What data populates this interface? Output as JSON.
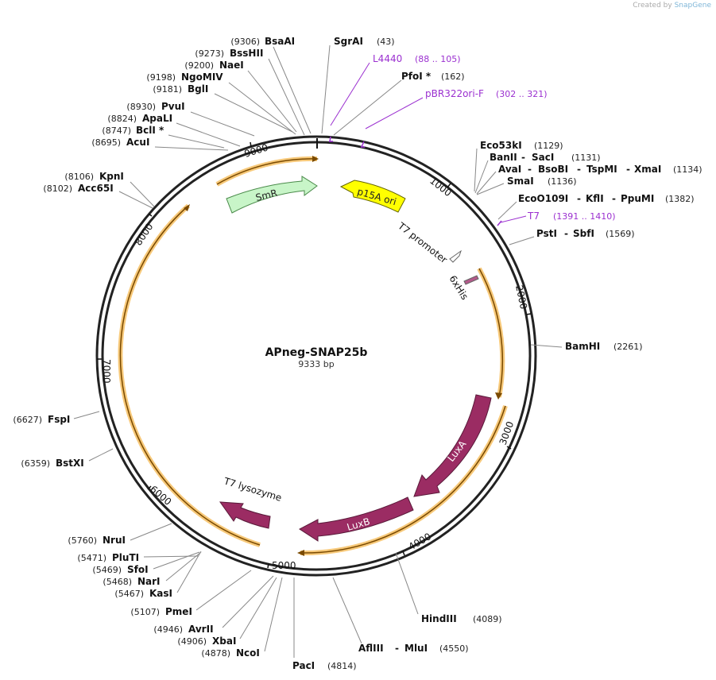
{
  "credit": {
    "created_by": "Created by",
    "brand": "SnapGene"
  },
  "plasmid": {
    "name": "APneg-SNAP25b",
    "length_label": "9333 bp",
    "length": 9333
  },
  "ticks": [
    "1000",
    "2000",
    "3000",
    "4000",
    "5000",
    "6000",
    "7000",
    "8000",
    "9000"
  ],
  "features": [
    {
      "name": "SmR",
      "label_inside": true,
      "color": "#c8f5c8"
    },
    {
      "name": "p15A ori",
      "label_inside": true,
      "color": "#ffff00"
    },
    {
      "name": "T7 promoter",
      "label_inside": false,
      "color": "#ffffff"
    },
    {
      "name": "6xHis",
      "label_inside": false,
      "color": "#b35a8a"
    },
    {
      "name": "LuxA",
      "label_inside": true,
      "color": "#9b2c63"
    },
    {
      "name": "LuxB",
      "label_inside": true,
      "color": "#9b2c63"
    },
    {
      "name": "T7 lysozyme",
      "label_inside": false,
      "color": "#9b2c63"
    }
  ],
  "primers": [
    {
      "name": "L4440",
      "range": "(88 .. 105)"
    },
    {
      "name": "pBR322ori-F",
      "range": "(302 .. 321)"
    },
    {
      "name": "T7",
      "range": "(1391 .. 1410)"
    }
  ],
  "sites": [
    {
      "names": [
        "BsaAI"
      ],
      "pos": "(9306)"
    },
    {
      "names": [
        "BssHII"
      ],
      "pos": "(9273)"
    },
    {
      "names": [
        "NaeI"
      ],
      "pos": "(9200)"
    },
    {
      "names": [
        "NgoMIV"
      ],
      "pos": "(9198)"
    },
    {
      "names": [
        "BglI"
      ],
      "pos": "(9181)"
    },
    {
      "names": [
        "PvuI"
      ],
      "pos": "(8930)"
    },
    {
      "names": [
        "ApaLI"
      ],
      "pos": "(8824)"
    },
    {
      "names": [
        "BclI *"
      ],
      "pos": "(8747)"
    },
    {
      "names": [
        "AcuI"
      ],
      "pos": "(8695)"
    },
    {
      "names": [
        "KpnI"
      ],
      "pos": "(8106)"
    },
    {
      "names": [
        "Acc65I"
      ],
      "pos": "(8102)"
    },
    {
      "names": [
        "SgrAI"
      ],
      "pos": "(43)"
    },
    {
      "names": [
        "PfoI *"
      ],
      "pos": "(162)"
    },
    {
      "names": [
        "Eco53kI"
      ],
      "pos": "(1129)"
    },
    {
      "names": [
        "BanII",
        "SacI"
      ],
      "pos": "(1131)"
    },
    {
      "names": [
        "AvaI",
        "BsoBI",
        "TspMI",
        "XmaI"
      ],
      "pos": "(1134)"
    },
    {
      "names": [
        "SmaI"
      ],
      "pos": "(1136)"
    },
    {
      "names": [
        "EcoO109I",
        "KflI",
        "PpuMI"
      ],
      "pos": "(1382)"
    },
    {
      "names": [
        "PstI",
        "SbfI"
      ],
      "pos": "(1569)"
    },
    {
      "names": [
        "BamHI"
      ],
      "pos": "(2261)"
    },
    {
      "names": [
        "HindIII"
      ],
      "pos": "(4089)"
    },
    {
      "names": [
        "AflIII",
        "MluI"
      ],
      "pos": "(4550)"
    },
    {
      "names": [
        "PacI"
      ],
      "pos": "(4814)"
    },
    {
      "names": [
        "NcoI"
      ],
      "pos": "(4878)"
    },
    {
      "names": [
        "XbaI"
      ],
      "pos": "(4906)"
    },
    {
      "names": [
        "AvrII"
      ],
      "pos": "(4946)"
    },
    {
      "names": [
        "PmeI"
      ],
      "pos": "(5107)"
    },
    {
      "names": [
        "KasI"
      ],
      "pos": "(5467)"
    },
    {
      "names": [
        "NarI"
      ],
      "pos": "(5468)"
    },
    {
      "names": [
        "SfoI"
      ],
      "pos": "(5469)"
    },
    {
      "names": [
        "PluTI"
      ],
      "pos": "(5471)"
    },
    {
      "names": [
        "NruI"
      ],
      "pos": "(5760)"
    },
    {
      "names": [
        "BstXI"
      ],
      "pos": "(6359)"
    },
    {
      "names": [
        "FspI"
      ],
      "pos": "(6627)"
    }
  ],
  "colors": {
    "backbone": "#222222",
    "orf_fill": "#f7c97a",
    "orf_edge": "#c07000",
    "leader": "#888888",
    "primer": "#9b30d0"
  }
}
